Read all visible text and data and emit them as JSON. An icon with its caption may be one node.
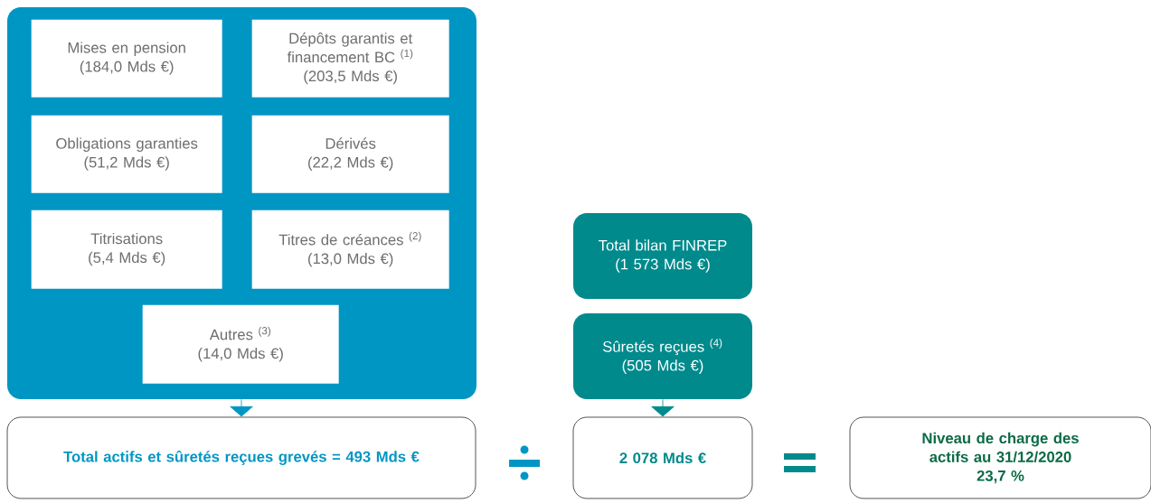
{
  "diagram": {
    "nodes": [
      {
        "text": [],
        "shape": "box"
      },
      {
        "text": [
          "Mises en pension",
          "(184,0 Mds €)"
        ],
        "in": 0
      },
      {
        "text": [
          "Dépôts garantis et financement BC $^{(1)}$",
          "(203,5 Mds €)"
        ],
        "in": 0
      },
      {
        "text": [
          "Obligations garanties",
          "(51,2 Mds €)"
        ],
        "in": 0
      },
      {
        "text": [
          "Dérivés",
          "(22,2 Mds €)"
        ],
        "in": 0
      },
      {
        "text": [
          "Titrisations",
          "(5,4 Mds €)"
        ],
        "in": 0
      },
      {
        "text": [
          "Titres de créances $^{(2)}$",
          "(13,0 Mds €)"
        ],
        "in": 0
      },
      {
        "text": [
          "Autres $^{(3)}$",
          "(14,0 Mds €)"
        ],
        "in": 0
      },
      {
        "text": [
          "Total actifs et sûretés reçues grevés = 493 Mds €"
        ]
      },
      {
        "text": [
          "Total bilan FINREP",
          "(1 573 Mds €)"
        ]
      },
      {
        "text": [
          "Sûretés reçues $^{(4)}$",
          "(505 Mds €)"
        ]
      },
      {
        "text": [
          "2 078 Mds €"
        ]
      },
      {
        "text": [
          "Niveau de charge des actifs au 31/12/2020",
          "23,7 %"
        ]
      }
    ],
    "edges": [
      {
        "from": 0,
        "to": 8,
        "arrow": "to",
        "color": "#0096c3"
      },
      {
        "from": 10,
        "to": 11,
        "arrow": "to",
        "color": "#008a8c"
      }
    ]
  }
}
